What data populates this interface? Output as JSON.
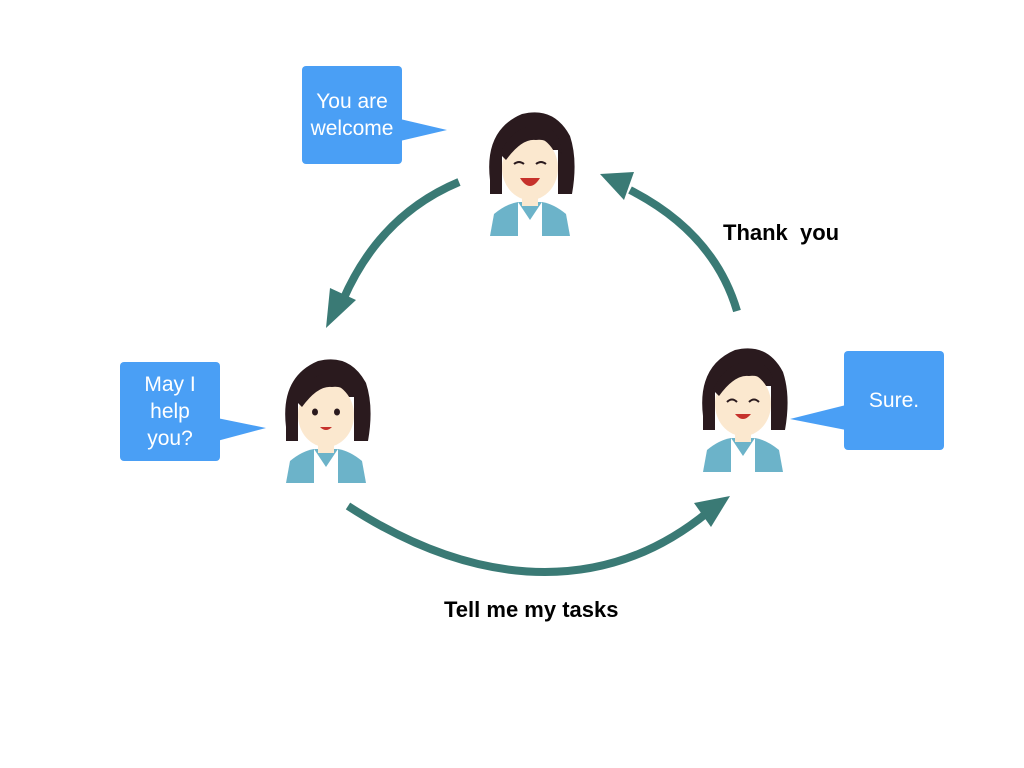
{
  "colors": {
    "arrow": "#3a7a75",
    "bubble": "#4a9ff5",
    "bubble_text": "#ffffff",
    "label_text": "#000000",
    "hair": "#2a1a1e",
    "skin": "#fbe8cf",
    "jacket": "#6cb3c9",
    "shirt": "#ffffff",
    "mouth": "#c6322c"
  },
  "bubbles": {
    "top": {
      "line1": "You are",
      "line2": "welcome"
    },
    "left": {
      "line1": "May I",
      "line2": "help",
      "line3": "you?"
    },
    "right": {
      "line1": "Sure."
    }
  },
  "labels": {
    "thank_you": "Thank  you",
    "tell_tasks": "Tell me my tasks"
  },
  "avatars": {
    "top": {
      "expression": "laughing"
    },
    "left": {
      "expression": "smiling"
    },
    "right": {
      "expression": "happy"
    }
  }
}
